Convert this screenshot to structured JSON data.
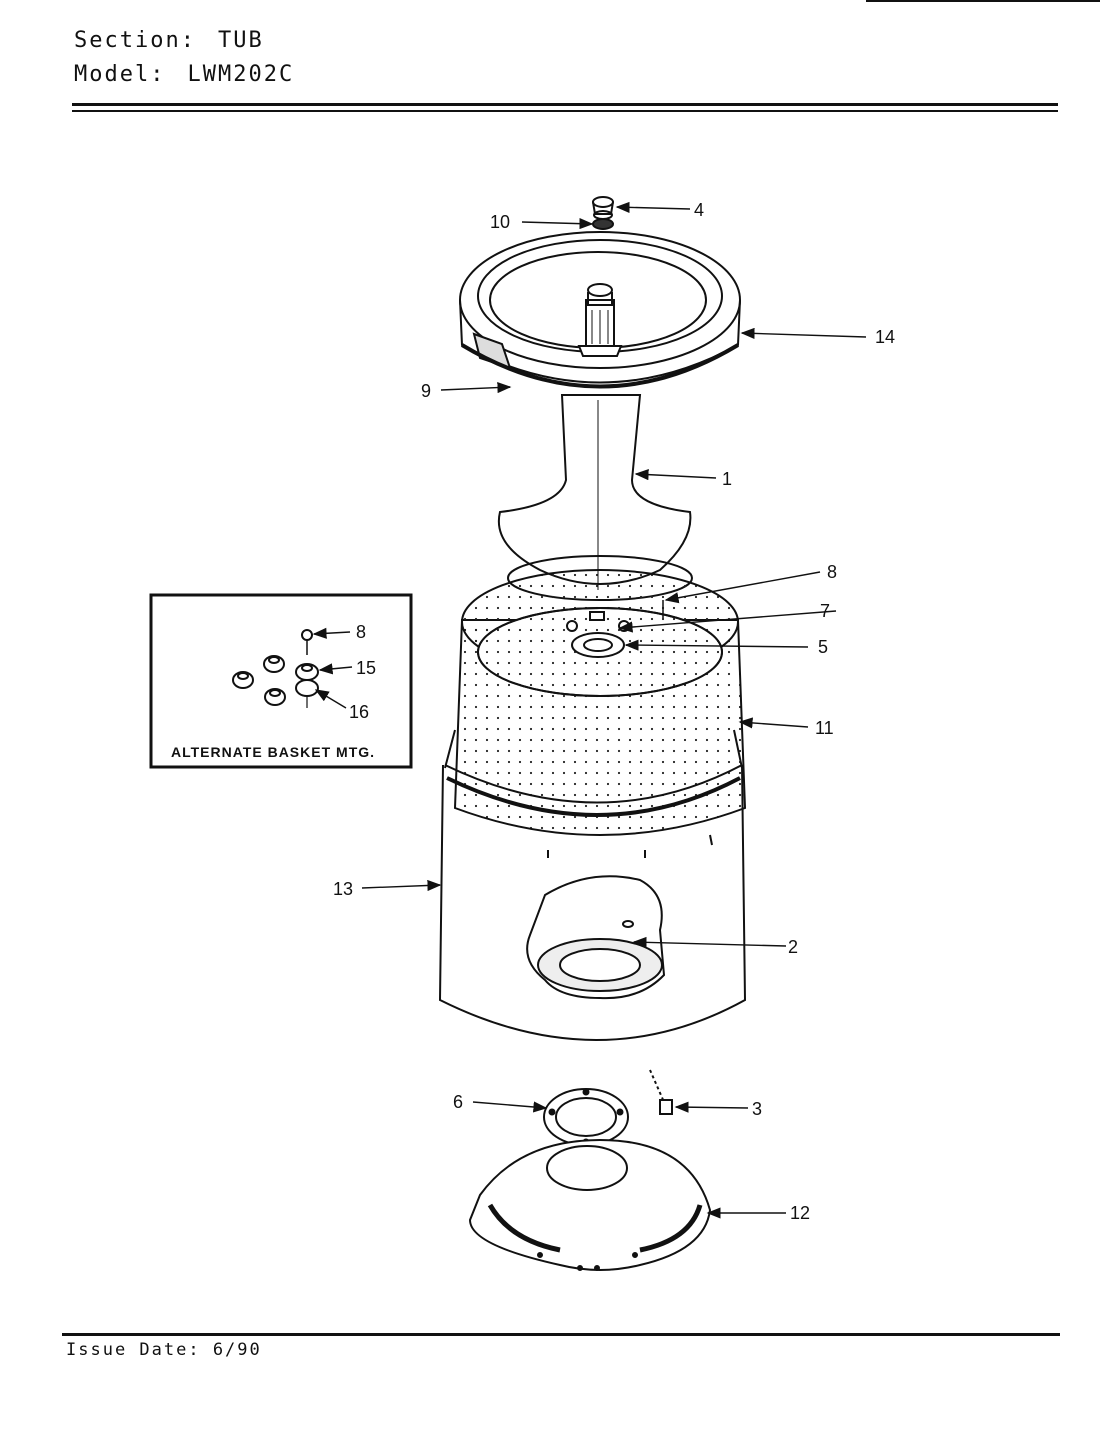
{
  "header": {
    "section_label": "Section:",
    "section_value": "TUB",
    "model_label": "Model:",
    "model_value": "LWM202C"
  },
  "callouts": [
    {
      "id": "c1",
      "label": "1"
    },
    {
      "id": "c2",
      "label": "2"
    },
    {
      "id": "c3",
      "label": "3"
    },
    {
      "id": "c4",
      "label": "4"
    },
    {
      "id": "c5",
      "label": "5"
    },
    {
      "id": "c6",
      "label": "6"
    },
    {
      "id": "c7",
      "label": "7"
    },
    {
      "id": "c8",
      "label": "8"
    },
    {
      "id": "c9",
      "label": "9"
    },
    {
      "id": "c10",
      "label": "10"
    },
    {
      "id": "c11",
      "label": "11"
    },
    {
      "id": "c12",
      "label": "12"
    },
    {
      "id": "c13",
      "label": "13"
    },
    {
      "id": "c14",
      "label": "14"
    }
  ],
  "inset": {
    "title": "ALTERNATE BASKET MTG.",
    "callouts": [
      {
        "id": "i8",
        "label": "8"
      },
      {
        "id": "i15",
        "label": "15"
      },
      {
        "id": "i16",
        "label": "16"
      }
    ]
  },
  "footer": {
    "issue_date": "Issue Date: 6/90"
  }
}
